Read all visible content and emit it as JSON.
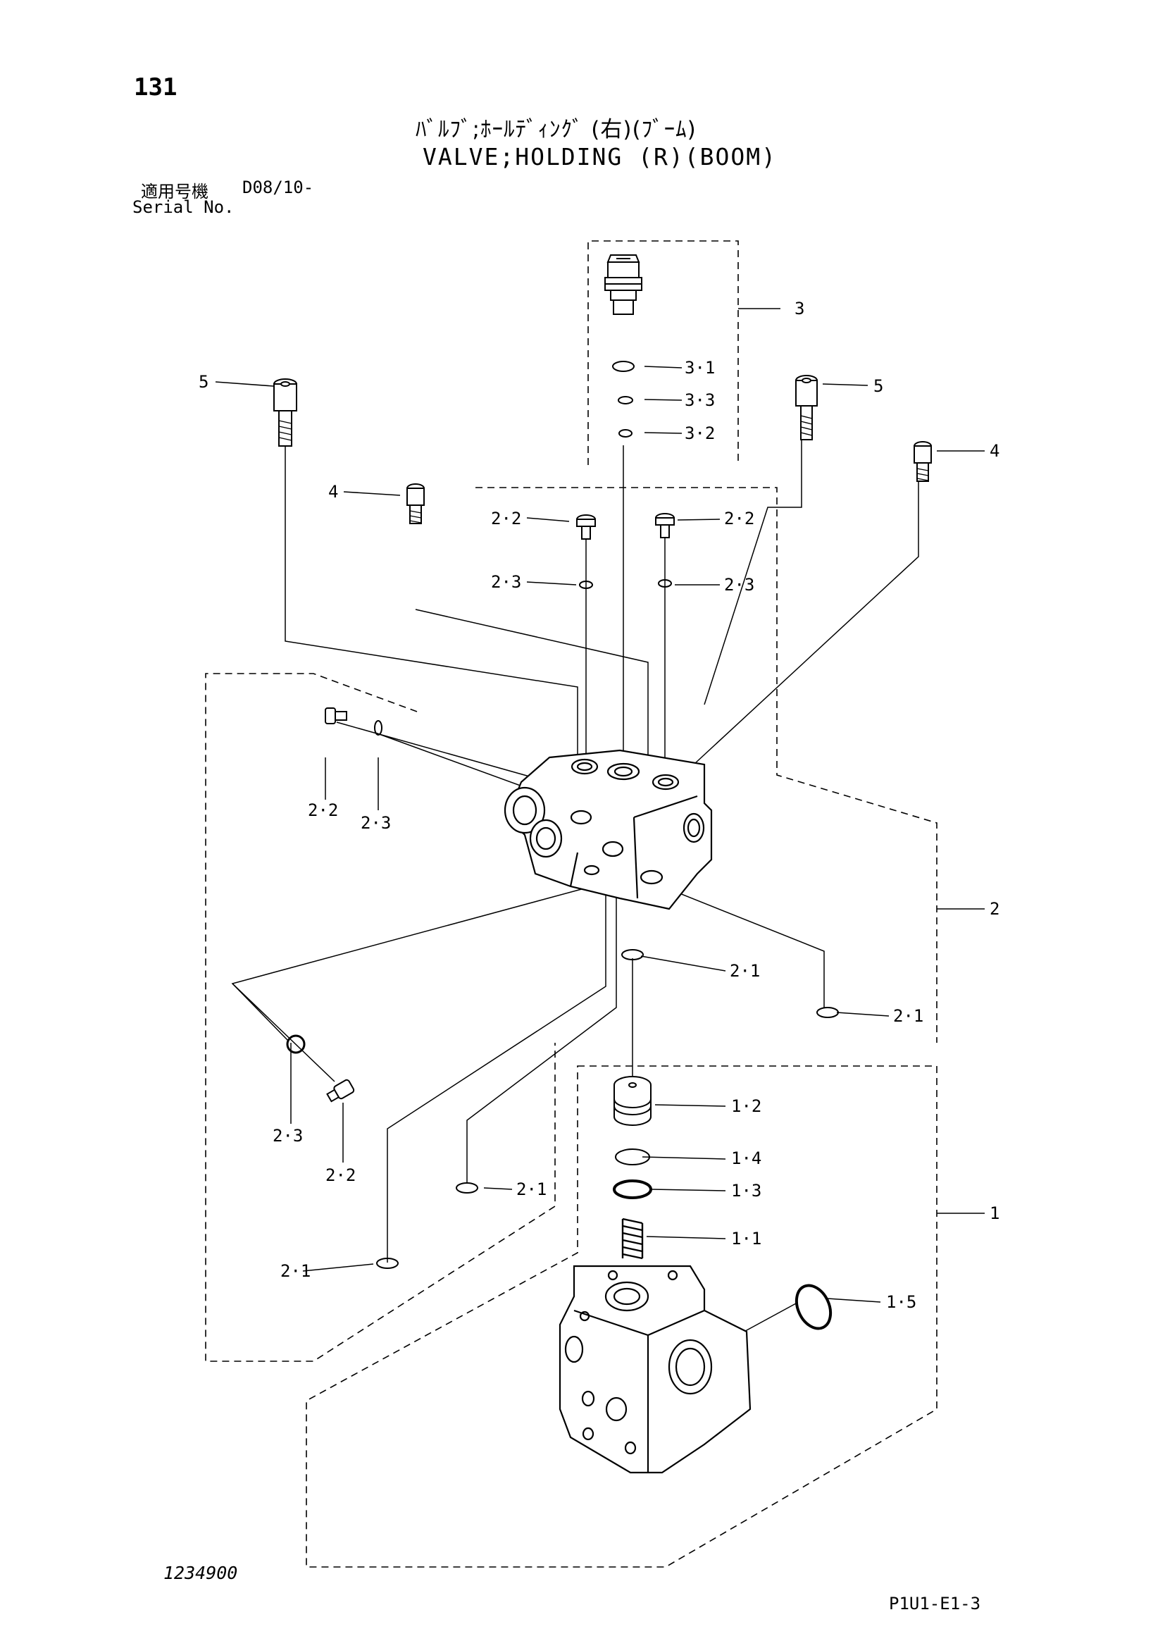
{
  "header": {
    "page_number": "131",
    "title_jp": "ﾊﾞﾙﾌﾞ;ﾎｰﾙﾃﾞｨﾝｸﾞ (右)(ﾌﾞｰﾑ)",
    "title_en": "VALVE;HOLDING (R)(BOOM)",
    "applicable_label": "適用号機",
    "applicable_value": "D08/10-",
    "serial_label": "Serial No."
  },
  "callouts": {
    "c3": "3",
    "c3_1": "3·1",
    "c3_3": "3·3",
    "c3_2": "3·2",
    "c5_left": "5",
    "c5_right": "5",
    "c4_left": "4",
    "c4_right": "4",
    "c2_2_a": "2·2",
    "c2_2_b": "2·2",
    "c2_3_a": "2·3",
    "c2_3_b": "2·3",
    "c2_2_side": "2·2",
    "c2_3_side": "2·3",
    "c2": "2",
    "c2_1_a": "2·1",
    "c2_1_b": "2·1",
    "c2_3_low": "2·3",
    "c2_2_low": "2·2",
    "c2_1_c": "2·1",
    "c2_1_d": "2·1",
    "c1_2": "1·2",
    "c1_4": "1·4",
    "c1_3": "1·3",
    "c1_1": "1·1",
    "c1": "1",
    "c1_5": "1·5"
  },
  "footer": {
    "ref_number": "1234900",
    "sheet_code": "P1U1-E1-3"
  }
}
